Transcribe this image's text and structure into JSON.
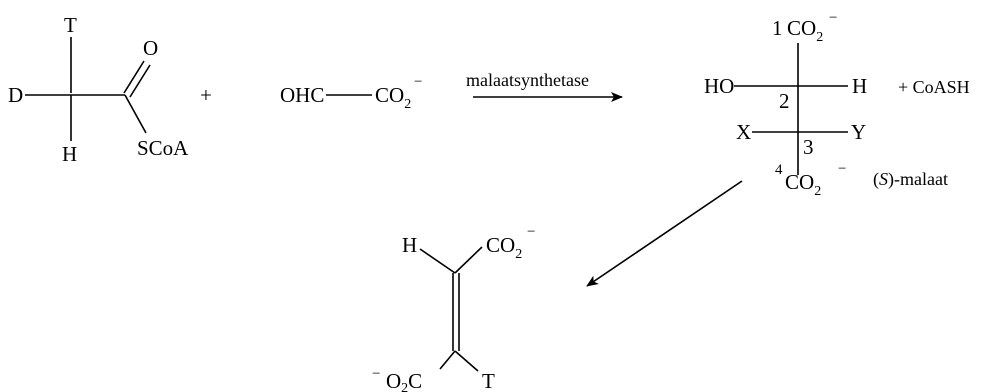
{
  "acetyl_coa": {
    "atom_top": "T",
    "atom_left": "D",
    "atom_bottom": "H",
    "carbonyl_o": "O",
    "thioester": "SCoA"
  },
  "plus_1": "+",
  "glyoxylate": {
    "aldehyde": "OHC",
    "carboxylate": "CO",
    "sub": "2",
    "charge": "−"
  },
  "enzyme_label": "malaatsynthetase",
  "malate": {
    "c1_number": "1",
    "c1_group": "CO",
    "c1_sub": "2",
    "c1_charge": "−",
    "c2_left": "HO",
    "c2_number": "2",
    "c2_right": "H",
    "c3_left": "X",
    "c3_number": "3",
    "c3_right": "Y",
    "c4_number": "4",
    "c4_group": "CO",
    "c4_sub": "2",
    "c4_charge": "−"
  },
  "coash": "+ CoASH",
  "s_malaat": {
    "open": "(",
    "s": "S",
    "rest": ")-malaat"
  },
  "fumarate": {
    "top_left": "H",
    "top_right_group": "CO",
    "top_right_sub": "2",
    "top_right_charge": "−",
    "bottom_left_charge": "−",
    "bottom_left_group": "O",
    "bottom_left_sub": "2",
    "bottom_left_c": "C",
    "bottom_right": "T"
  },
  "colors": {
    "ink": "#000000",
    "background": "#ffffff"
  }
}
